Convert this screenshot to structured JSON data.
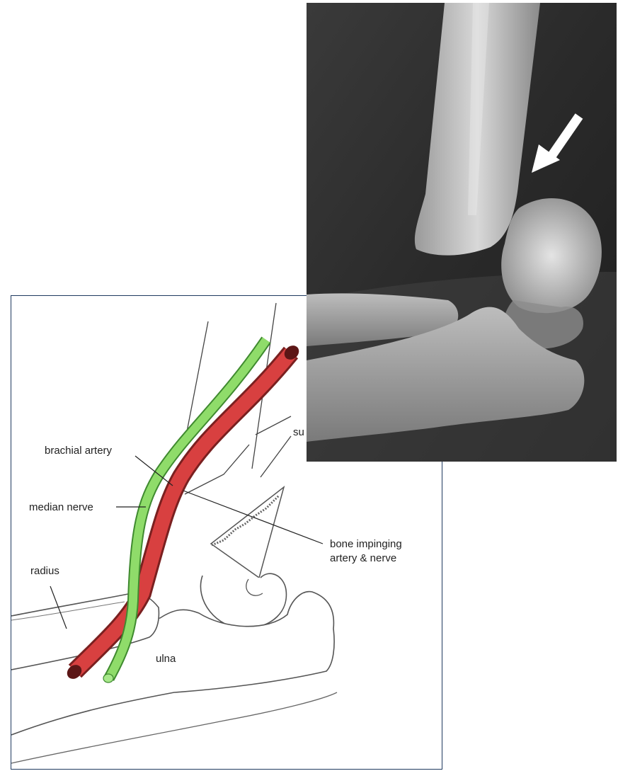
{
  "diagram": {
    "labels": {
      "brachial_artery": "brachial artery",
      "median_nerve": "median nerve",
      "radius": "radius",
      "bone_impinging_line1": "bone impinging",
      "bone_impinging_line2": "artery & nerve",
      "ulna": "ulna",
      "supracondylar_partial": "su"
    },
    "colors": {
      "artery": "#d84040",
      "artery_dark": "#7a2020",
      "nerve": "#8fdc6a",
      "nerve_dark": "#3f8a2f",
      "border": "#1f3a5f"
    }
  },
  "xray": {
    "arrow_icon": "white-arrow-pointing-down-left"
  }
}
